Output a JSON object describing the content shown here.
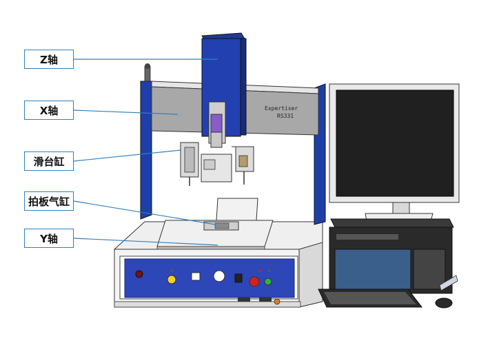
{
  "labels": {
    "z_axis": "Z轴",
    "x_axis": "X轴",
    "slide_cylinder": "滑台缸",
    "clamp_cylinder": "拍板气缸",
    "y_axis": "Y轴"
  },
  "machine_text": {
    "brand_line1": "Expertiser",
    "brand_line2": "RS331"
  },
  "colors": {
    "callout_border": "#2f7fbf",
    "frame_blue": "#1f3fa8",
    "panel_gray": "#a8a8a8"
  }
}
